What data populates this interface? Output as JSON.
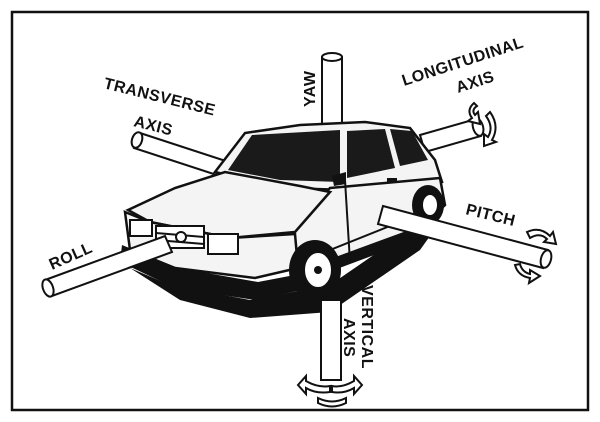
{
  "labels": {
    "transverse_line1": "TRANSVERSE",
    "transverse_line2": "AXIS",
    "yaw": "YAW",
    "longitudinal_line1": "LONGITUDINAL",
    "longitudinal_line2": "AXIS",
    "pitch": "PITCH",
    "roll": "ROLL",
    "vertical_line1": "VERTICAL",
    "vertical_line2": "AXIS"
  },
  "colors": {
    "ink": "#111111",
    "paper": "#ffffff",
    "car_body": "#f4f4f4",
    "glass": "#1a1a1a"
  }
}
